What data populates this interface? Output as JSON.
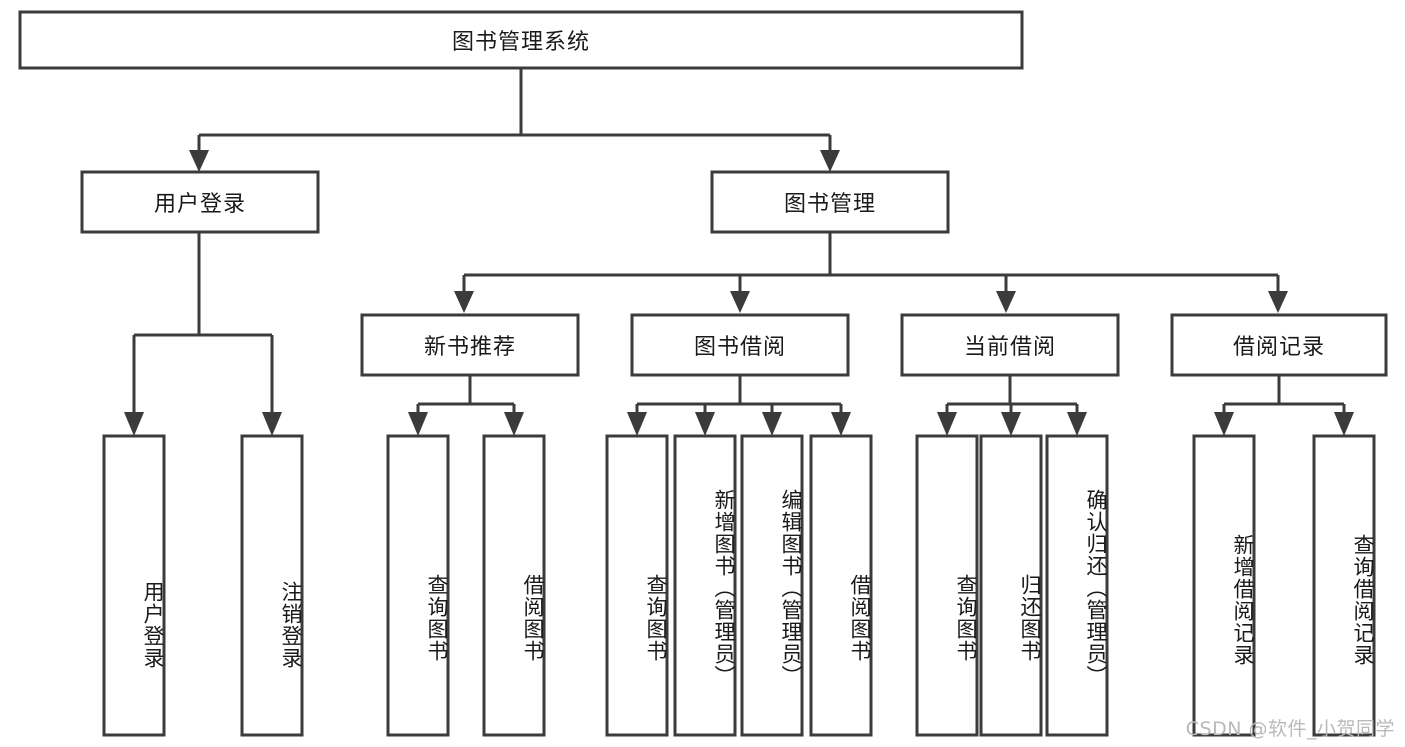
{
  "diagram": {
    "title": "图书管理系统",
    "type": "tree-hierarchy-chart",
    "orientation": "top-down",
    "root": {
      "id": "root",
      "label": "图书管理系统",
      "text_direction": "horizontal"
    },
    "level2": [
      {
        "id": "user-login",
        "label": "用户登录",
        "text_direction": "horizontal"
      },
      {
        "id": "book-manage",
        "label": "图书管理",
        "text_direction": "horizontal"
      }
    ],
    "level3": [
      {
        "id": "new-book-rec",
        "label": "新书推荐",
        "parent": "book-manage",
        "text_direction": "horizontal"
      },
      {
        "id": "book-borrow",
        "label": "图书借阅",
        "parent": "book-manage",
        "text_direction": "horizontal"
      },
      {
        "id": "current-borrow",
        "label": "当前借阅",
        "parent": "book-manage",
        "text_direction": "horizontal"
      },
      {
        "id": "borrow-record",
        "label": "借阅记录",
        "parent": "book-manage",
        "text_direction": "horizontal"
      }
    ],
    "leaves": [
      {
        "id": "leaf-user-login",
        "label": "用户登录",
        "parent": "user-login",
        "text_direction": "vertical"
      },
      {
        "id": "leaf-user-logout",
        "label": "注销登录",
        "parent": "user-login",
        "text_direction": "vertical"
      },
      {
        "id": "leaf-query-book-1",
        "label": "查询图书",
        "parent": "new-book-rec",
        "text_direction": "vertical"
      },
      {
        "id": "leaf-borrow-book-1",
        "label": "借阅图书",
        "parent": "new-book-rec",
        "text_direction": "vertical"
      },
      {
        "id": "leaf-query-book-2",
        "label": "查询图书",
        "parent": "book-borrow",
        "text_direction": "vertical"
      },
      {
        "id": "leaf-add-book",
        "label": "新增图书（管理员）",
        "parent": "book-borrow",
        "text_direction": "vertical"
      },
      {
        "id": "leaf-edit-book",
        "label": "编辑图书（管理员）",
        "parent": "book-borrow",
        "text_direction": "vertical"
      },
      {
        "id": "leaf-borrow-book-2",
        "label": "借阅图书",
        "parent": "book-borrow",
        "text_direction": "vertical"
      },
      {
        "id": "leaf-query-book-3",
        "label": "查询图书",
        "parent": "current-borrow",
        "text_direction": "vertical"
      },
      {
        "id": "leaf-return-book",
        "label": "归还图书",
        "parent": "current-borrow",
        "text_direction": "vertical"
      },
      {
        "id": "leaf-confirm-return",
        "label": "确认归还（管理员）",
        "parent": "current-borrow",
        "text_direction": "vertical"
      },
      {
        "id": "leaf-add-record",
        "label": "新增借阅记录",
        "parent": "borrow-record",
        "text_direction": "vertical"
      },
      {
        "id": "leaf-query-record",
        "label": "查询借阅记录",
        "parent": "borrow-record",
        "text_direction": "vertical"
      }
    ]
  },
  "watermark": {
    "text": "CSDN @软件_小贺同学"
  },
  "colors": {
    "stroke": "#3b3b3b",
    "box_fill": "#ffffff",
    "text": "#1a1a1a",
    "background": "#ffffff",
    "watermark": "#b9b9b9"
  }
}
